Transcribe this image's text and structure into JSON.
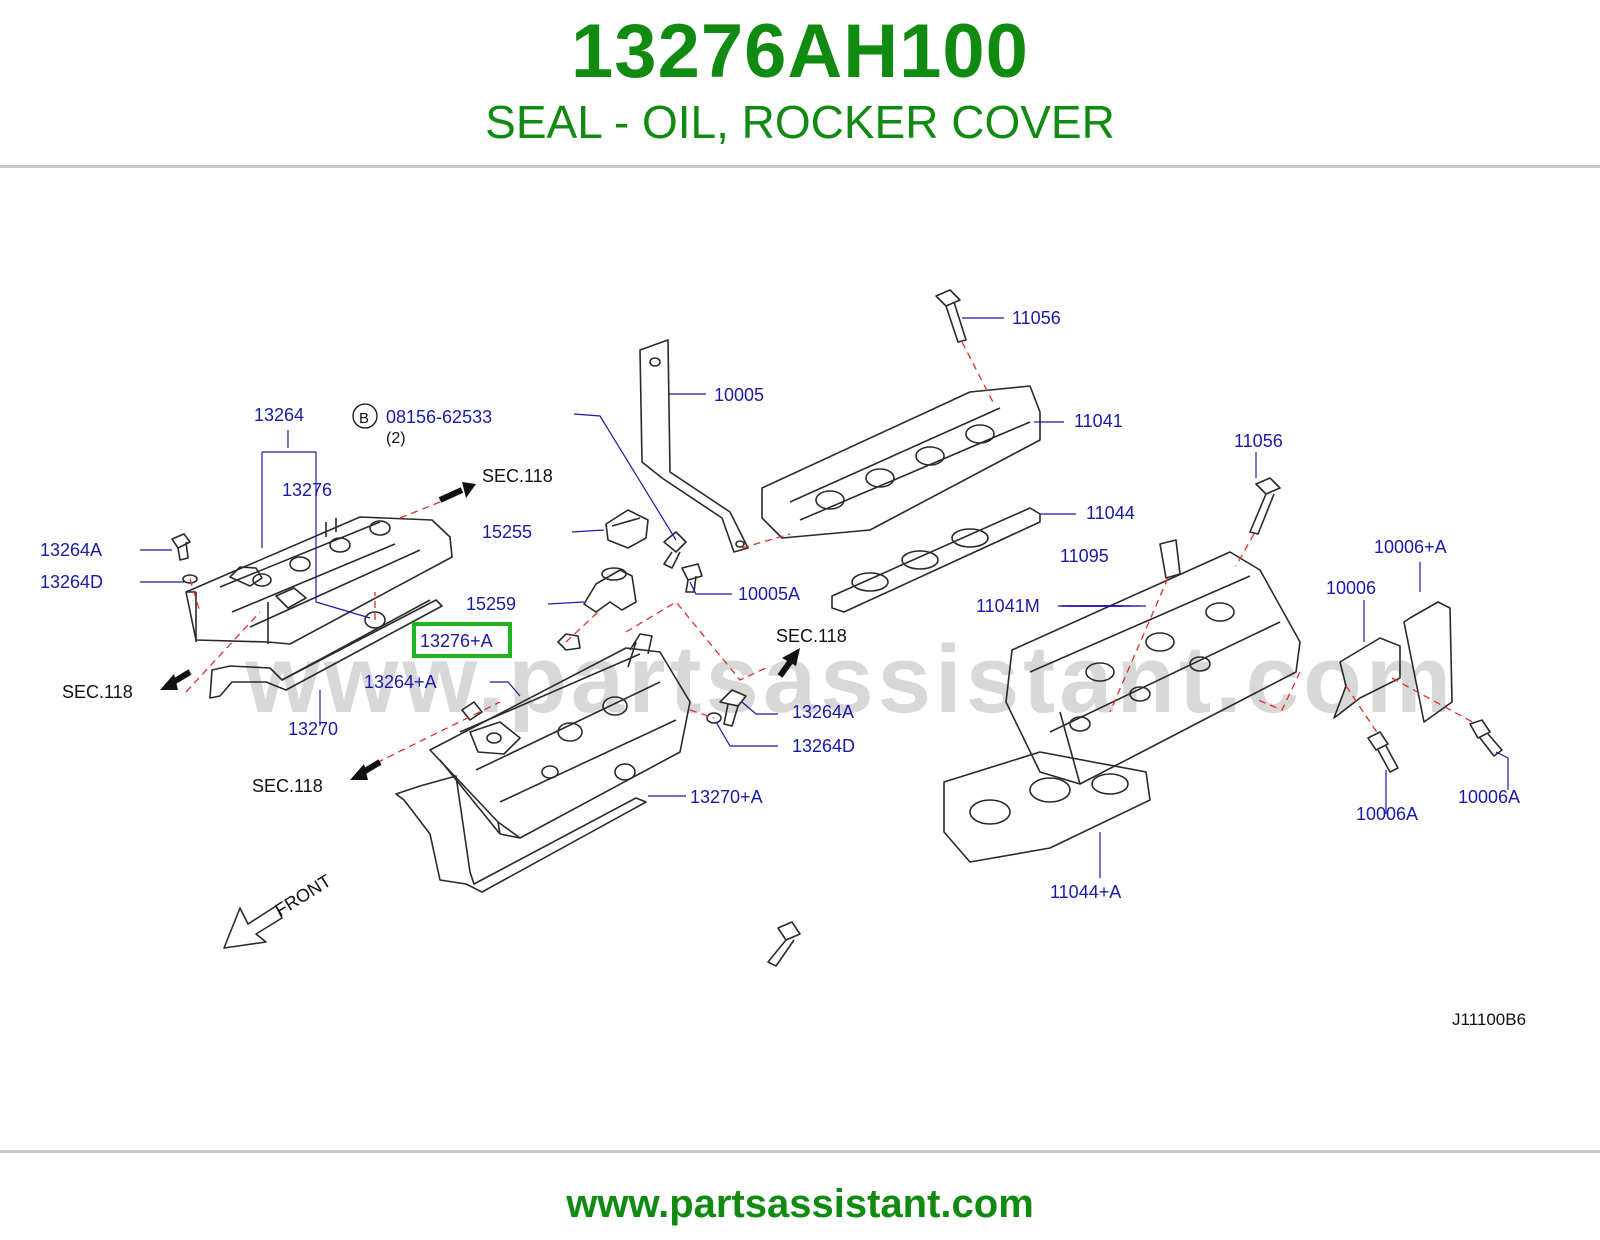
{
  "header": {
    "part_number": "13276AH100",
    "description": "SEAL - OIL, ROCKER COVER"
  },
  "diagram": {
    "watermark": "www.partsassistant.com",
    "highlighted_callout": "13276+A",
    "highlight_color": "#1fb51f",
    "callout_color": "#1a1aa8",
    "callouts": {
      "c13264": "13264",
      "c08156": "08156-62533",
      "c08156_qty": "(2)",
      "c08156_badge": "B",
      "c13276": "13276",
      "c13264A_l": "13264A",
      "c13264D_l": "13264D",
      "c15255": "15255",
      "c15259": "15259",
      "c13276A": "13276+A",
      "c13264plusA": "13264+A",
      "c13270": "13270",
      "c13264A_r": "13264A",
      "c13264D_r": "13264D",
      "c13270plusA": "13270+A",
      "c10005": "10005",
      "c10005A": "10005A",
      "c11056_t": "11056",
      "c11041": "11041",
      "c11044": "11044",
      "c11056_r": "11056",
      "c11095": "11095",
      "c11041M": "11041M",
      "c10006plusA": "10006+A",
      "c10006": "10006",
      "c10006A_l": "10006A",
      "c10006A_r": "10006A",
      "c11044plusA": "11044+A"
    },
    "section_refs": {
      "sec_tr": "SEC.118",
      "sec_l": "SEC.118",
      "sec_bl": "SEC.118",
      "sec_mid": "SEC.118"
    },
    "front_label": "FRONT",
    "diagram_code": "J11100B6"
  },
  "footer": {
    "url": "www.partsassistant.com"
  },
  "colors": {
    "brand_green": "#118a11",
    "rule_gray": "#c9c9c9"
  }
}
